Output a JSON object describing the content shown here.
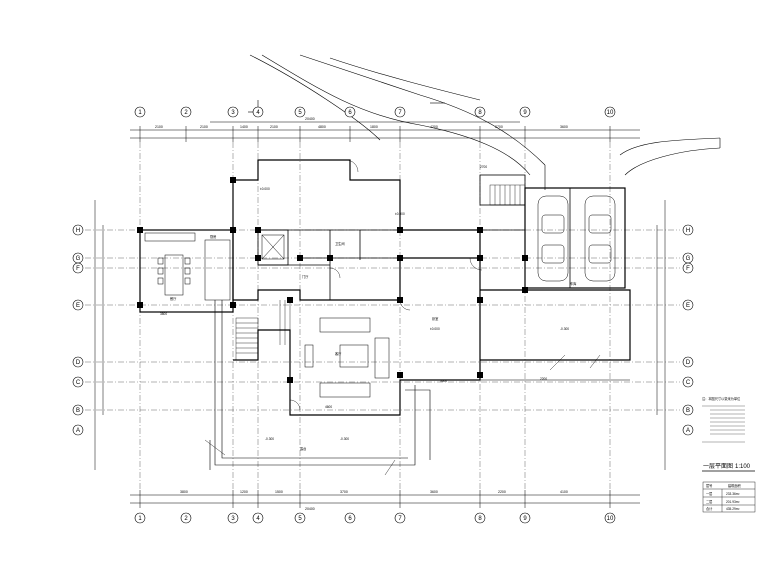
{
  "drawing": {
    "title": "一层平面图",
    "scale": "1:100",
    "grid_top": [
      "1",
      "2",
      "3",
      "4",
      "5",
      "6",
      "7",
      "8",
      "9",
      "10"
    ],
    "grid_left": [
      "H",
      "G",
      "F",
      "E",
      "D",
      "C",
      "B",
      "A"
    ],
    "grid_right": [
      "H",
      "G",
      "F",
      "E",
      "D",
      "C",
      "B",
      "A"
    ],
    "legend_table": {
      "header": [
        "层号",
        "建筑面积"
      ],
      "rows": [
        [
          "一层",
          "233.36m²"
        ],
        [
          "二层",
          "201.93m²"
        ],
        [
          "合计",
          "435.29m²"
        ]
      ]
    },
    "notes_heading": "注：本图尺寸以毫米为单位",
    "room_labels": [
      "客厅",
      "餐厅",
      "厨房",
      "车库",
      "门厅",
      "卧室",
      "卫生间",
      "露台"
    ]
  }
}
